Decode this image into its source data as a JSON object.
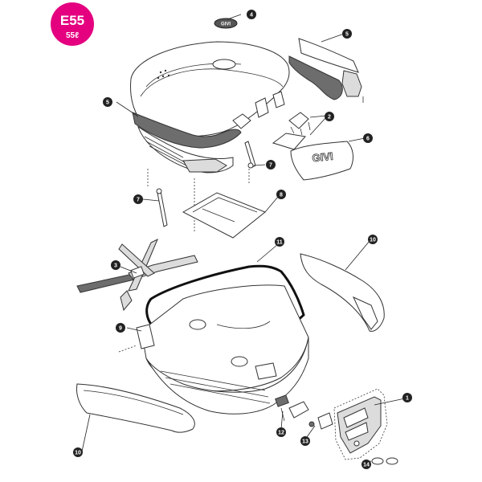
{
  "badge": {
    "model": "E55",
    "capacity": "55ℓ",
    "color": "#e4007f"
  },
  "callouts": [
    {
      "id": "c1",
      "label": "1"
    },
    {
      "id": "c2",
      "label": "2"
    },
    {
      "id": "c3",
      "label": "3"
    },
    {
      "id": "c4",
      "label": "4"
    },
    {
      "id": "c5a",
      "label": "5"
    },
    {
      "id": "c5b",
      "label": "5"
    },
    {
      "id": "c6",
      "label": "6"
    },
    {
      "id": "c7a",
      "label": "7"
    },
    {
      "id": "c7b",
      "label": "7"
    },
    {
      "id": "c8",
      "label": "8"
    },
    {
      "id": "c9",
      "label": "9"
    },
    {
      "id": "c10a",
      "label": "10"
    },
    {
      "id": "c10b",
      "label": "10"
    },
    {
      "id": "c11",
      "label": "11"
    },
    {
      "id": "c12",
      "label": "12"
    },
    {
      "id": "c13",
      "label": "13"
    },
    {
      "id": "c14",
      "label": "14"
    }
  ],
  "logo_text": "GIVI"
}
